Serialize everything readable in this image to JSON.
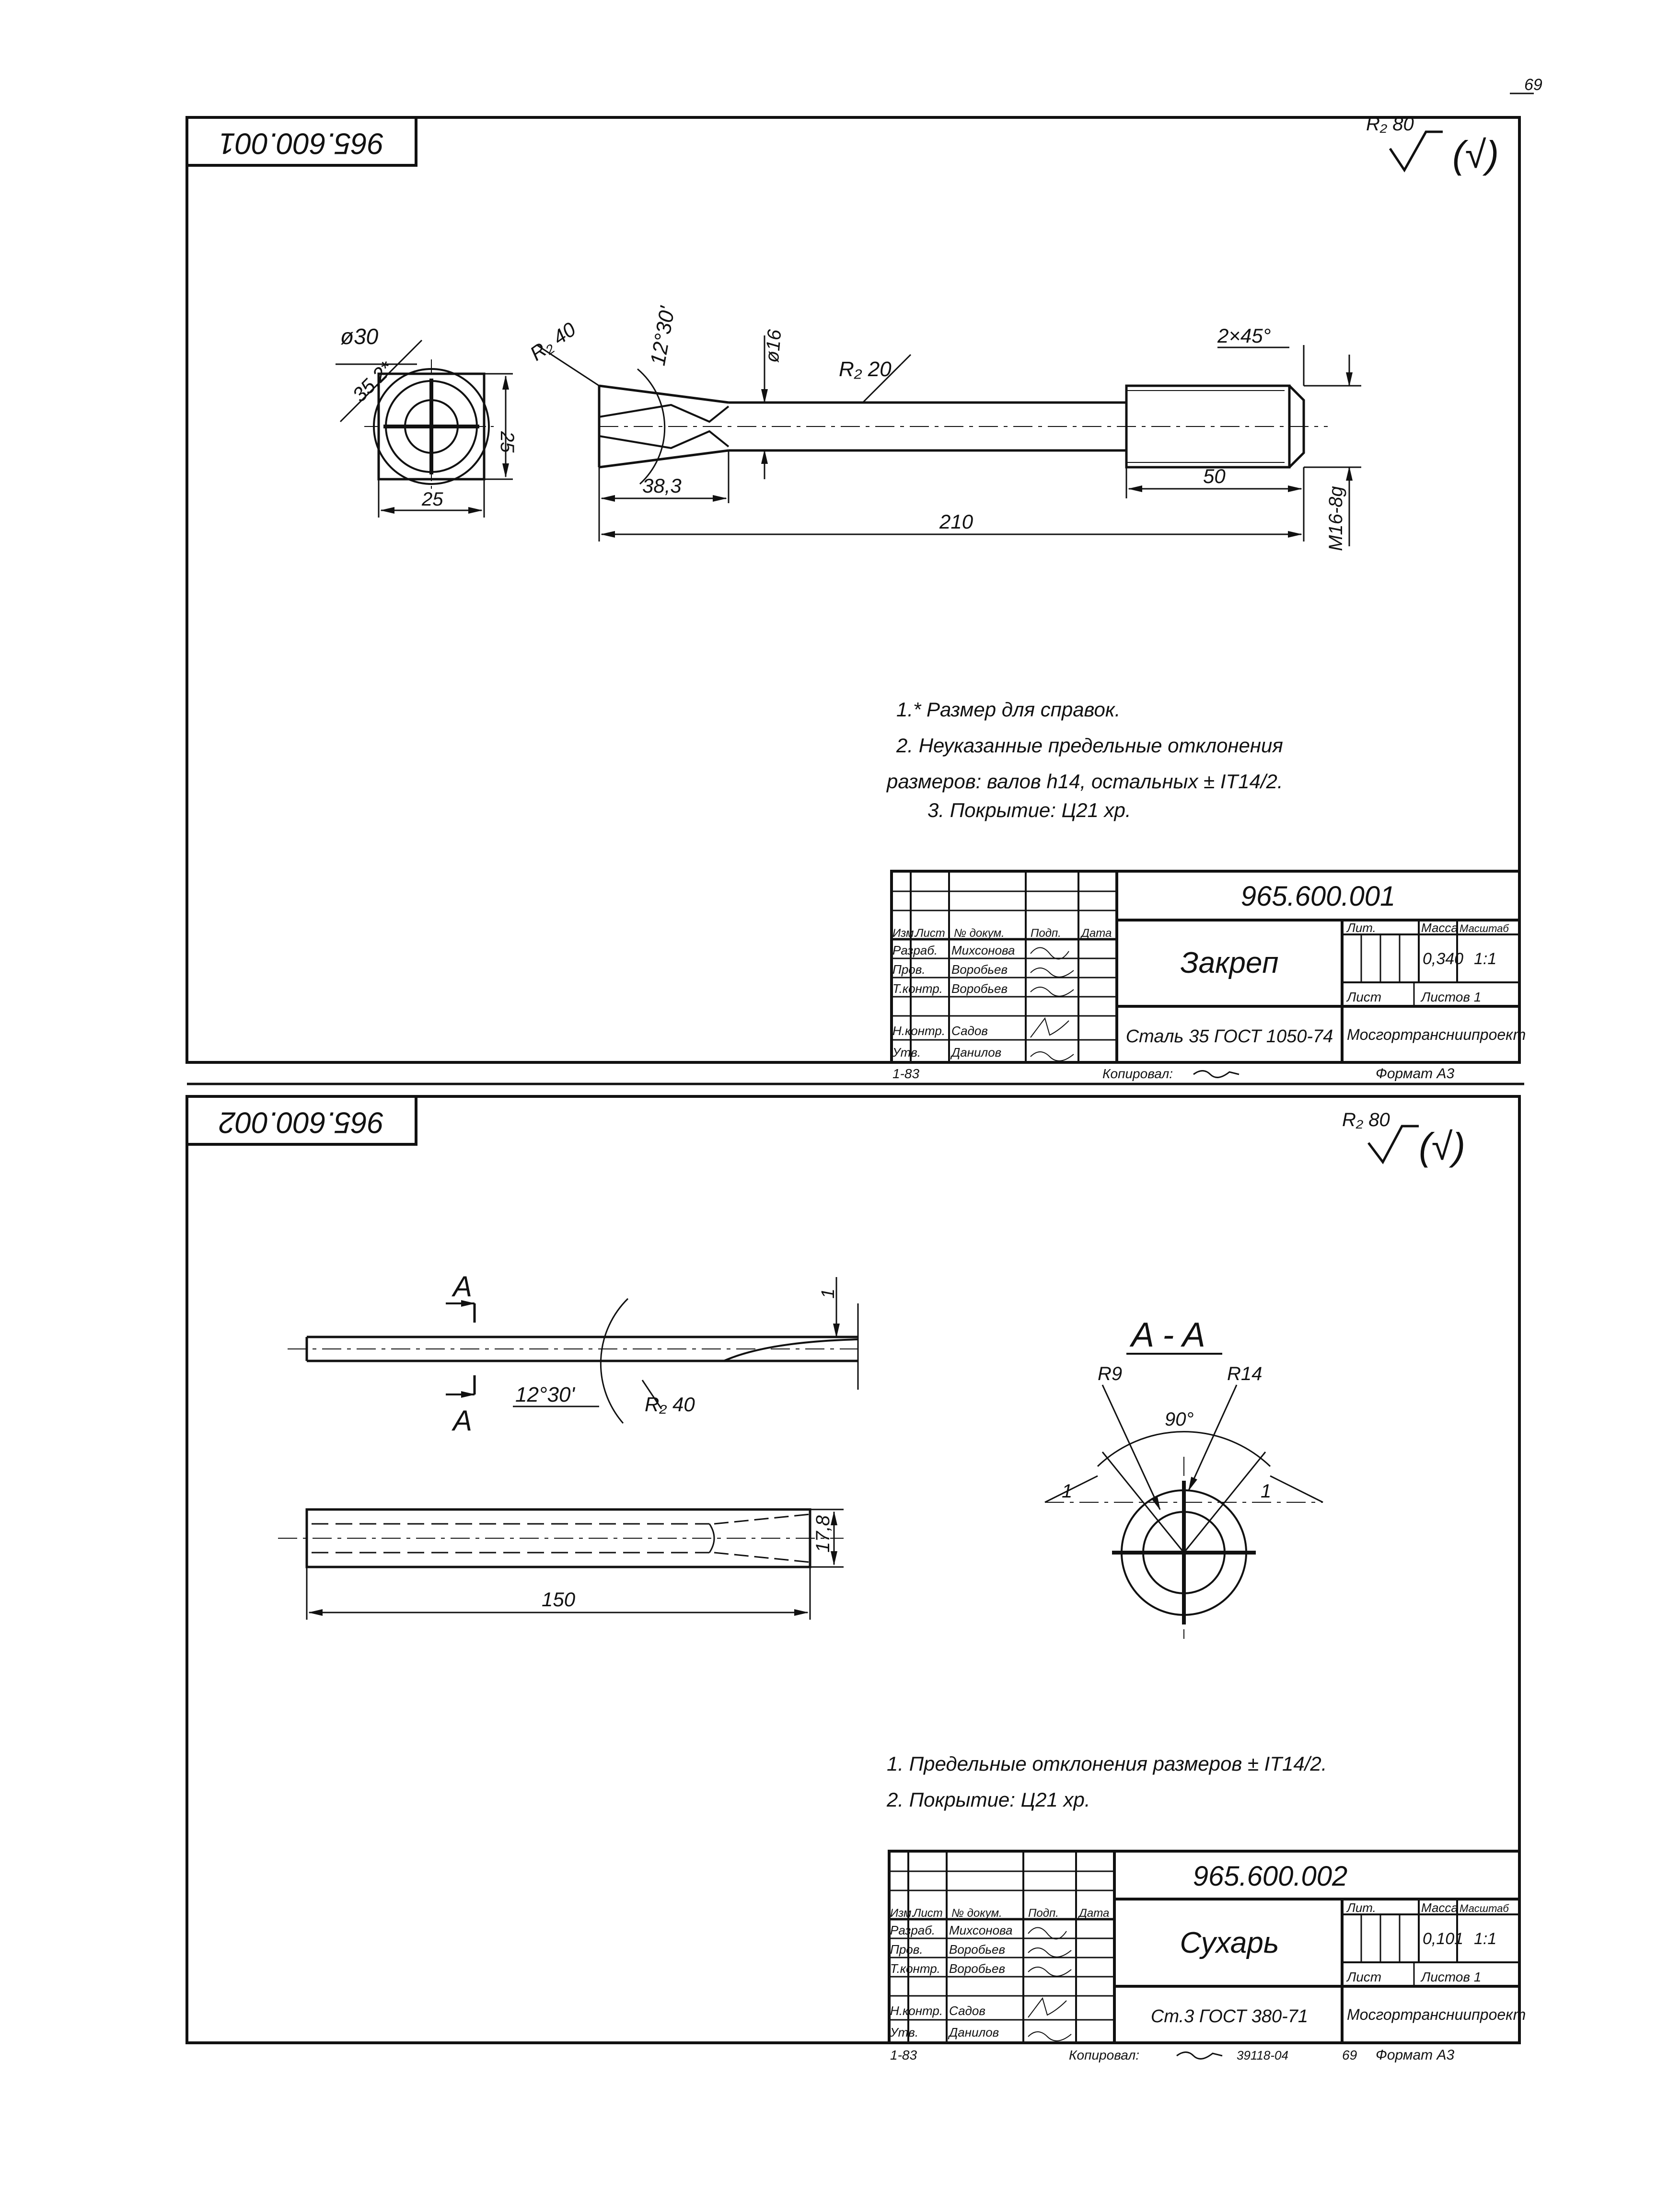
{
  "page_number": "69",
  "sheet1": {
    "stamp_code": "965.600.001",
    "roughness_general": "R₂ 80",
    "roughness_other": "(√)",
    "dims": {
      "dia_30": "ø30",
      "dim_35_2": "35,2*",
      "sq_25_v": "25",
      "sq_25_h": "25",
      "rough_40": "R₂ 40",
      "angle_12_30": "12°30'",
      "dia_16": "ø16",
      "rough_20": "R₂ 20",
      "chamfer": "2×45°",
      "len_38_3": "38,3",
      "len_50": "50",
      "len_210": "210",
      "thread": "M16-8g"
    },
    "notes": [
      "1.* Размер для справок.",
      "2. Неуказанные предельные отклонения",
      "размеров: валов h14, остальных ± IT14/2.",
      "3. Покрытие: Ц21 хр."
    ],
    "title_block": {
      "doc_number": "965.600.001",
      "part_name": "Закреп",
      "material": "Сталь 35 ГОСТ 1050-74",
      "organization": "Мосгортрансниипроект",
      "lit_label": "Лит.",
      "mass_label": "Масса",
      "scale_label": "Масштаб",
      "mass": "0,340",
      "scale": "1:1",
      "sheet_label": "Лист",
      "sheets_label": "Листов 1",
      "col_headers": [
        "Изм.",
        "Лист",
        "№ докум.",
        "Подп.",
        "Дата"
      ],
      "roles": [
        "Разраб.",
        "Пров.",
        "Т.контр.",
        "",
        "Н.контр.",
        "Утв."
      ],
      "names": [
        "Михсонова",
        "Воробьев",
        "Воробьев",
        "",
        "Садов",
        "Данилов"
      ],
      "year": "1-83",
      "copied_label": "Копировал:",
      "format": "Формат А3"
    }
  },
  "sheet2": {
    "stamp_code": "965.600.002",
    "roughness_general": "R₂ 80",
    "roughness_other": "(√)",
    "dims": {
      "sec_A_top": "A",
      "sec_A_bot": "A",
      "angle_12_30": "12°30'",
      "rough_40": "R₂ 40",
      "tip_1": "1",
      "len_150": "150",
      "dim_17_8": "17,8",
      "section_title": "A - A",
      "r9": "R9",
      "r14": "R14",
      "angle_90": "90°",
      "gap_left": "1",
      "gap_right": "1"
    },
    "notes": [
      "1. Предельные отклонения размеров ± IT14/2.",
      "2. Покрытие: Ц21 хр."
    ],
    "title_block": {
      "doc_number": "965.600.002",
      "part_name": "Сухарь",
      "material": "Ст.3 ГОСТ 380-71",
      "organization": "Мосгортрансниипроект",
      "lit_label": "Лит.",
      "mass_label": "Масса",
      "scale_label": "Масштаб",
      "mass": "0,101",
      "scale": "1:1",
      "sheet_label": "Лист",
      "sheets_label": "Листов 1",
      "col_headers": [
        "Изм.",
        "Лист",
        "№ докум.",
        "Подп.",
        "Дата"
      ],
      "roles": [
        "Разраб.",
        "Пров.",
        "Т.контр.",
        "",
        "Н.контр.",
        "Утв."
      ],
      "names": [
        "Михсонова",
        "Воробьев",
        "Воробьев",
        "",
        "Садов",
        "Данилов"
      ],
      "year": "1-83",
      "copied_label": "Копировал:",
      "copy_stamp": "39118-04",
      "sheet_no": "69",
      "format": "Формат А3"
    }
  }
}
